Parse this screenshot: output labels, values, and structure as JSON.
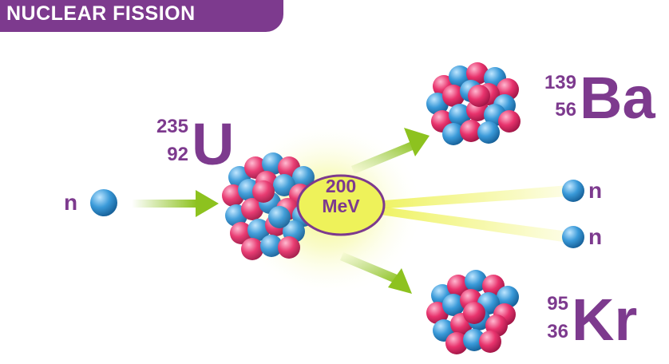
{
  "title": "NUCLEAR FISSION",
  "incoming_neutron": {
    "label": "n"
  },
  "uranium": {
    "mass_number": "235",
    "atomic_number": "92",
    "symbol": "U"
  },
  "energy": {
    "value": "200",
    "unit": "MeV"
  },
  "barium": {
    "mass_number": "139",
    "atomic_number": "56",
    "symbol": "Ba"
  },
  "krypton": {
    "mass_number": "95",
    "atomic_number": "36",
    "symbol": "Kr"
  },
  "emitted_neutrons": [
    {
      "label": "n"
    },
    {
      "label": "n"
    }
  ],
  "colors": {
    "brand": "#7d3a8e",
    "arrow": "#8dc21f",
    "proton": "#e8336d",
    "neutron": "#3a9ad9",
    "energy_fill": "#eef25a"
  }
}
